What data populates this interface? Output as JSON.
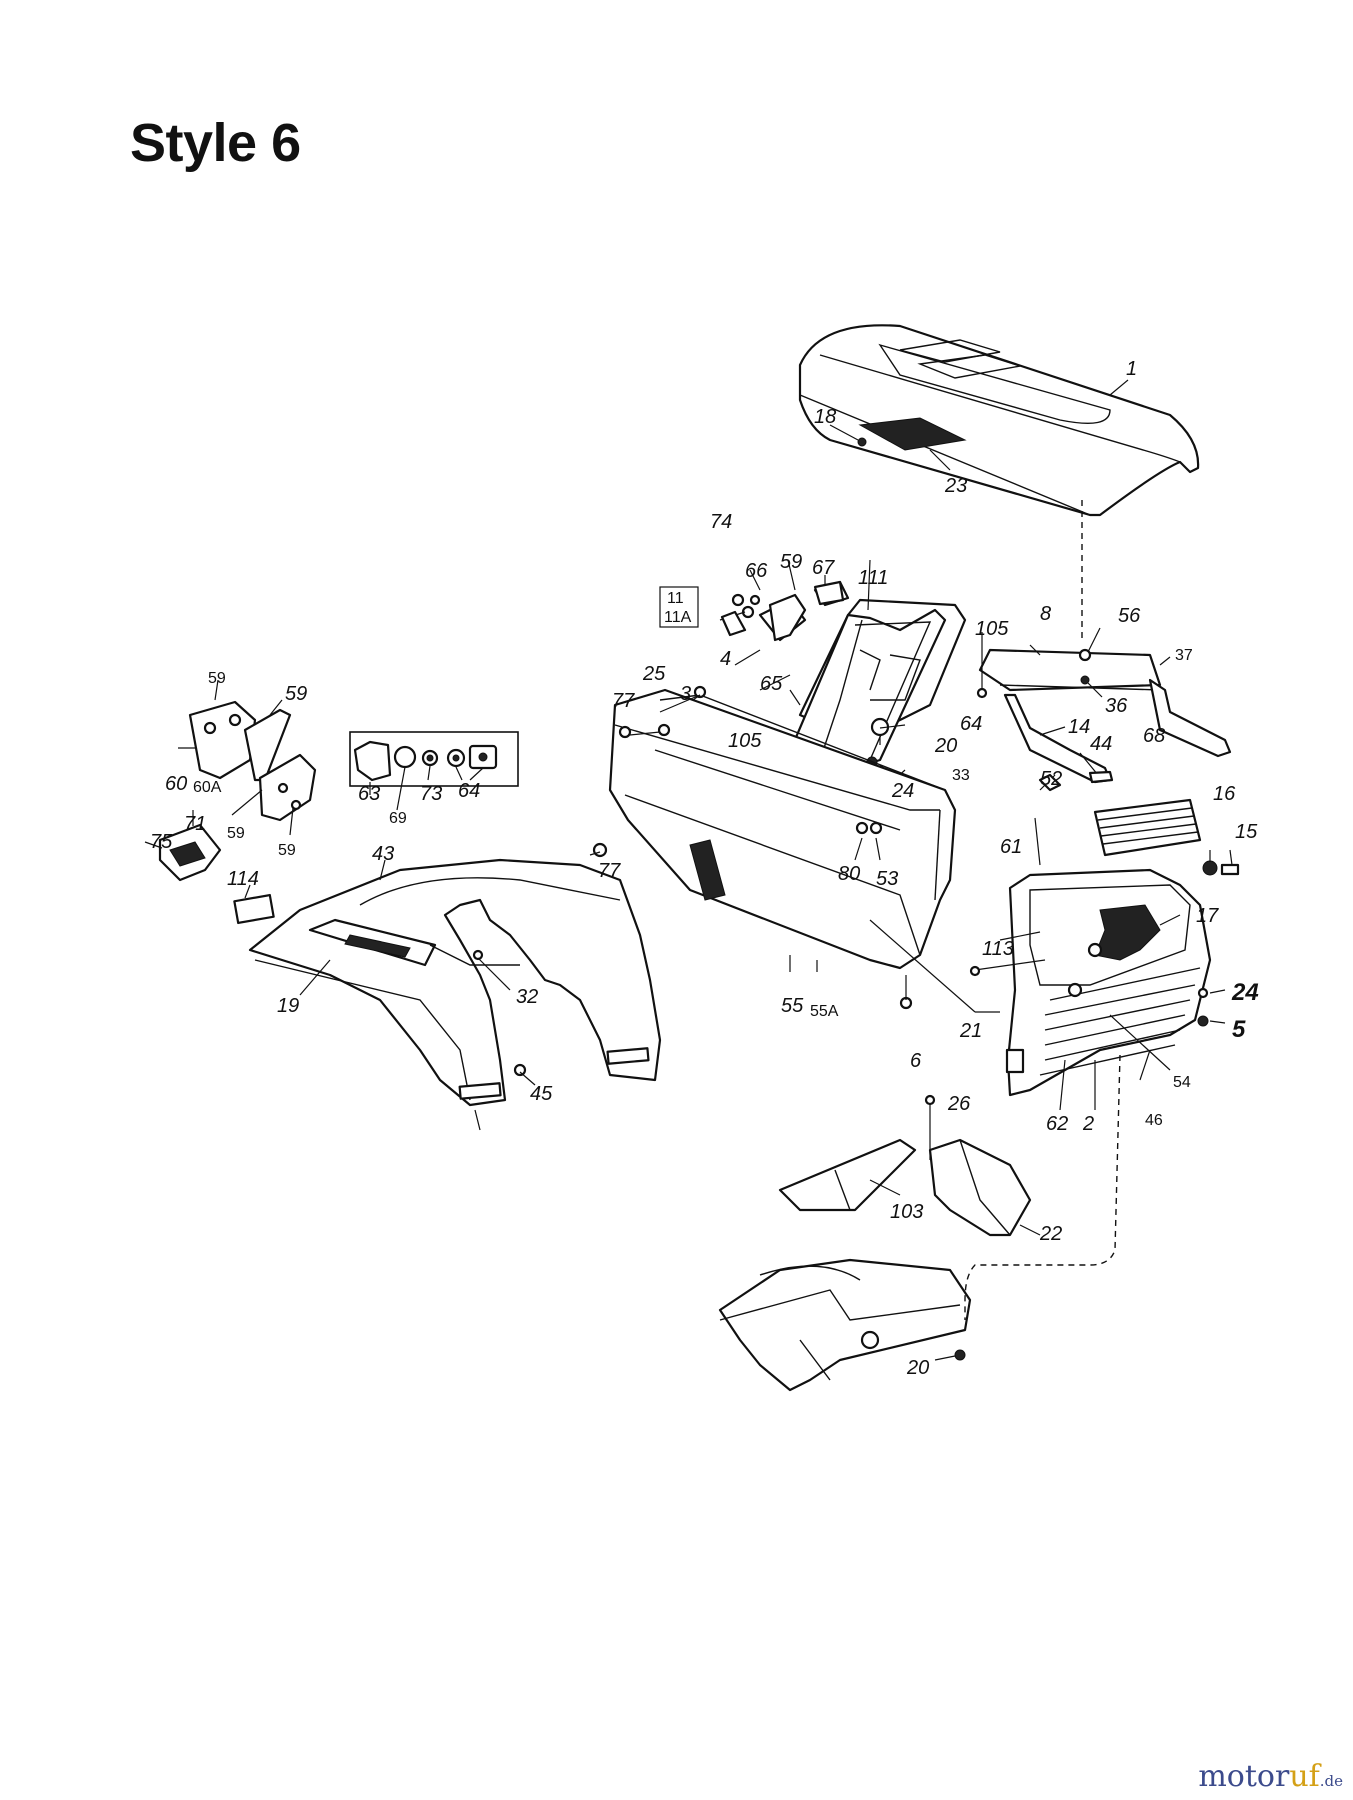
{
  "title": "Style 6",
  "watermark": {
    "part1": "motor",
    "part2": "uf",
    "part3": ".de"
  },
  "callouts": {
    "c1": "1",
    "c18": "18",
    "c23": "23",
    "c74": "74",
    "c59a": "59",
    "c67": "67",
    "c111": "111",
    "c66": "66",
    "c11": "11",
    "c11a": "11A",
    "c4": "4",
    "c65": "65",
    "c8": "8",
    "c105a": "105",
    "c56": "56",
    "c37": "37",
    "c36": "36",
    "c14": "14",
    "c25": "25",
    "c3": "3",
    "c77a": "77",
    "c105b": "105",
    "c64a": "64",
    "c20a": "20",
    "c33": "33",
    "c24a": "24",
    "c44": "44",
    "c52": "52",
    "c68": "68",
    "c16": "16",
    "c15": "15",
    "c59b": "59",
    "c59c": "59",
    "c60": "60",
    "c60a": "60A",
    "c59d": "59",
    "c59e": "59",
    "c63": "63",
    "c69": "69",
    "c73": "73",
    "c64b": "64",
    "c75": "75",
    "c71": "71",
    "c114": "114",
    "c43": "43",
    "c19": "19",
    "c32": "32",
    "c45": "45",
    "c77b": "77",
    "c80": "80",
    "c53": "53",
    "c61": "61",
    "c17": "17",
    "c113": "113",
    "c55": "55",
    "c55a": "55A",
    "c6": "6",
    "c21": "21",
    "c24b": "24",
    "c5": "5",
    "c54": "54",
    "c62": "62",
    "c2": "2",
    "c46": "46",
    "c26": "26",
    "c103": "103",
    "c22": "22",
    "c20b": "20"
  }
}
